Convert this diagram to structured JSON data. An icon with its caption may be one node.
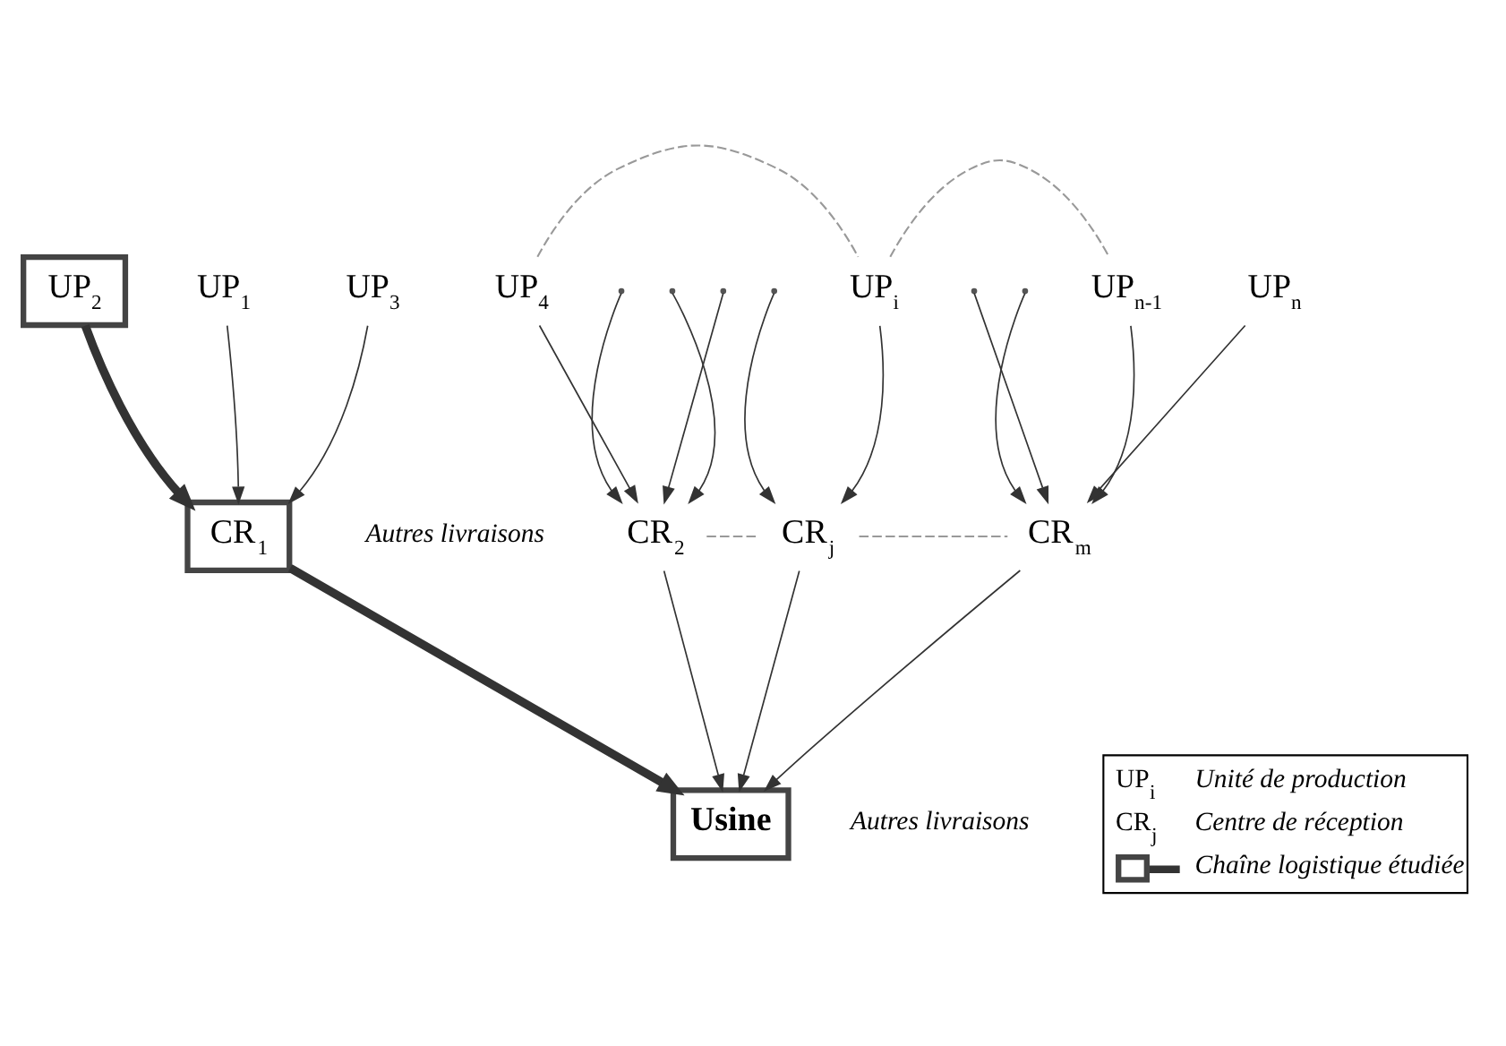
{
  "diagram": {
    "nodes": [
      {
        "text": [
          "UP$_{2}$"
        ]
      },
      {
        "text": [
          "UP$_{1}$"
        ]
      },
      {
        "text": [
          "UP$_{3}$"
        ]
      },
      {
        "text": [
          "UP$_{4}$"
        ]
      },
      {
        "text": [
          "UP$_{i}$"
        ]
      },
      {
        "text": [
          "UP$_{n-1}$"
        ]
      },
      {
        "text": [
          "UP$_{n}$"
        ]
      },
      {
        "text": [
          "CR$_{1}$"
        ]
      },
      {
        "text": [
          "CR$_{2}$"
        ]
      },
      {
        "text": [
          "CR$_{j}$"
        ]
      },
      {
        "text": [
          "CR$_{m}$"
        ]
      },
      {
        "text": [
          "Usine"
        ]
      }
    ],
    "edges": [
      {
        "from": 0,
        "to": 7,
        "arrow": "to",
        "style": "thick"
      },
      {
        "from": 1,
        "to": 7,
        "arrow": "to"
      },
      {
        "from": 2,
        "to": 7,
        "arrow": "to"
      },
      {
        "from": 3,
        "to": 8,
        "arrow": "to"
      },
      {
        "from": null,
        "to": 8,
        "arrow": "to"
      },
      {
        "from": null,
        "to": 8,
        "arrow": "to"
      },
      {
        "from": null,
        "to": 8,
        "arrow": "to"
      },
      {
        "from": null,
        "to": 9,
        "arrow": "to"
      },
      {
        "from": 4,
        "to": 9,
        "arrow": "to"
      },
      {
        "from": null,
        "to": 10,
        "arrow": "to"
      },
      {
        "from": null,
        "to": 10,
        "arrow": "to"
      },
      {
        "from": 5,
        "to": 10,
        "arrow": "to"
      },
      {
        "from": 6,
        "to": 10,
        "arrow": "to"
      },
      {
        "from": 3,
        "to": 4,
        "arrow": "none",
        "style": "dashed",
        "color": "#999999"
      },
      {
        "from": 4,
        "to": 5,
        "arrow": "none",
        "style": "dashed",
        "color": "#999999"
      },
      {
        "from": 8,
        "to": 9,
        "arrow": "none",
        "style": "dashed",
        "color": "#999999"
      },
      {
        "from": 9,
        "to": 10,
        "arrow": "none",
        "style": "dashed",
        "color": "#999999"
      },
      {
        "from": 7,
        "to": 11,
        "arrow": "to",
        "style": "thick"
      },
      {
        "from": 8,
        "to": 11,
        "arrow": "to"
      },
      {
        "from": 9,
        "to": 11,
        "arrow": "to"
      },
      {
        "from": 10,
        "to": 11,
        "arrow": "to"
      }
    ],
    "labels": [
      "Autres livraisons",
      "Autres livraisons",
      "UP$_{i}$",
      "CR$_{j}$"
    ],
    "legend": [
      {
        "text": "Unité de production"
      },
      {
        "text": "Centre de réception"
      },
      {
        "text": "Chaîne logistique étudiée"
      }
    ]
  }
}
